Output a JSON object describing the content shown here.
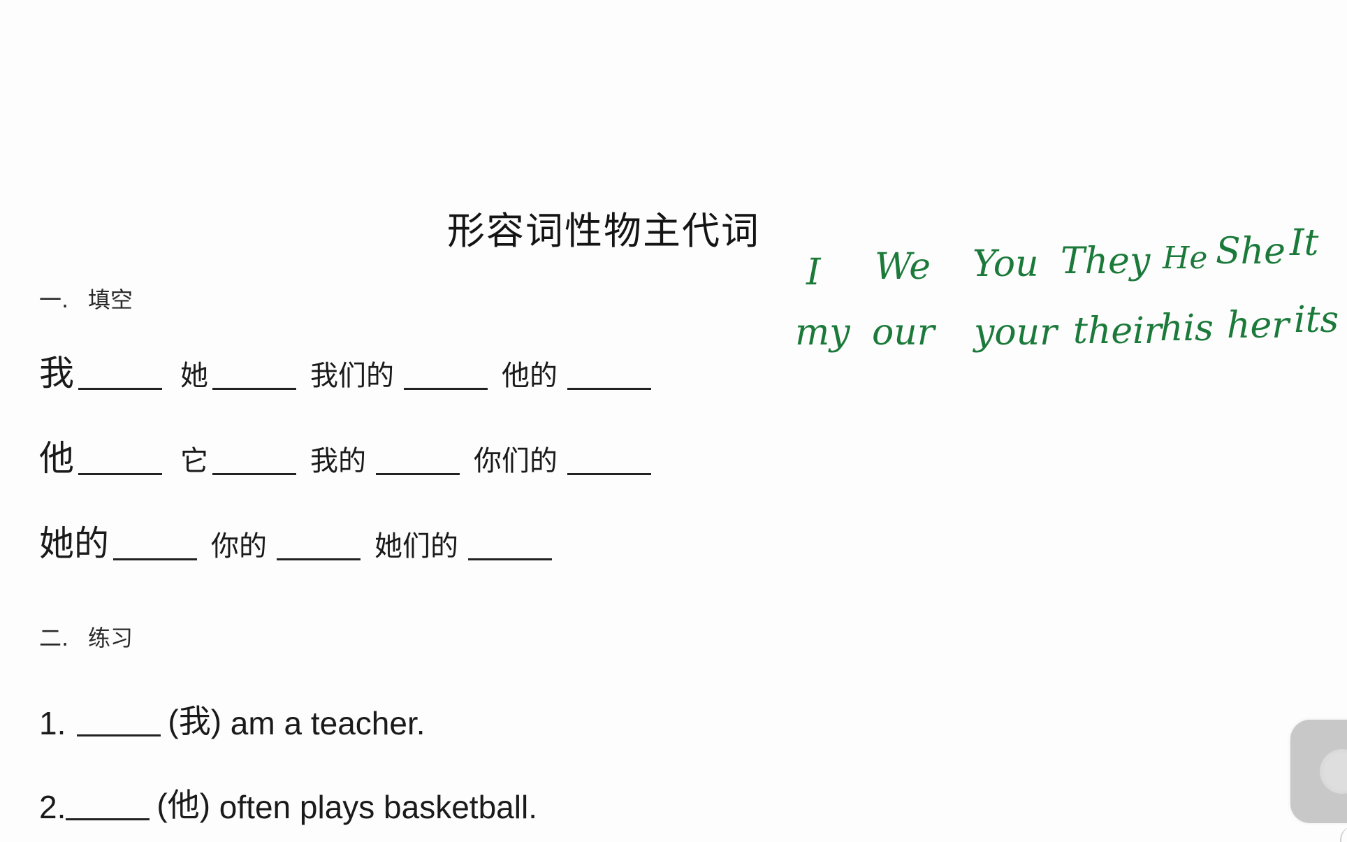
{
  "document": {
    "title": "形容词性物主代词",
    "section1": {
      "number": "一.",
      "label": "填空"
    },
    "fill_rows": [
      [
        {
          "word": "我",
          "lead": true
        },
        {
          "word": "她"
        },
        {
          "word": "我们的"
        },
        {
          "word": "他的"
        }
      ],
      [
        {
          "word": "他",
          "lead": true
        },
        {
          "word": "它"
        },
        {
          "word": "我的"
        },
        {
          "word": "你们的"
        }
      ],
      [
        {
          "word": "她的",
          "lead": true
        },
        {
          "word": "你的"
        },
        {
          "word": "她们的"
        }
      ]
    ],
    "section2": {
      "number": "二.",
      "label": "练习"
    },
    "questions": [
      {
        "num": "1.",
        "hint": "(我)",
        "text": "am a teacher."
      },
      {
        "num": "2.",
        "hint": "(他)",
        "text": "often plays basketball."
      }
    ]
  },
  "annotations": {
    "color": "#1b7a3a",
    "subject_pronouns": [
      "I",
      "We",
      "You",
      "They",
      "He",
      "She",
      "It"
    ],
    "possessive_adjectives": [
      "my",
      "our",
      "your",
      "their",
      "his",
      "her",
      "its"
    ]
  },
  "floating_button": {
    "icon": "assistive-touch-icon"
  }
}
